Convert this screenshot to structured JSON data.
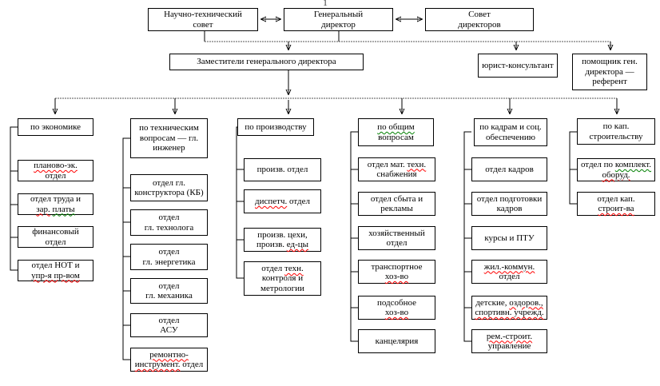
{
  "page_mark": "1",
  "colors": {
    "box_border": "#000000",
    "spell_check": "#ff0000",
    "grammar_check": "#008000",
    "background": "#ffffff"
  },
  "top": {
    "sci_tech_council": {
      "lines": [
        [
          {
            "t": "Научно-технический"
          }
        ],
        [
          {
            "t": "совет"
          }
        ]
      ]
    },
    "general_director": {
      "lines": [
        [
          {
            "t": "Генеральный"
          }
        ],
        [
          {
            "t": "директор"
          }
        ]
      ]
    },
    "board_of_directors": {
      "lines": [
        [
          {
            "t": "Совет"
          }
        ],
        [
          {
            "t": "директоров"
          }
        ]
      ]
    },
    "deputies": {
      "lines": [
        [
          {
            "t": "Заместители генерального директора"
          }
        ]
      ]
    },
    "legal_consultant": {
      "lines": [
        [
          {
            "t": "юрист-консультант"
          }
        ]
      ]
    },
    "assistant_referent": {
      "lines": [
        [
          {
            "t": "помощник ген."
          }
        ],
        [
          {
            "t": "директора —"
          }
        ],
        [
          {
            "t": "референт"
          }
        ]
      ]
    }
  },
  "columns": [
    {
      "header": {
        "lines": [
          [
            {
              "t": "по экономике"
            }
          ]
        ]
      },
      "items": [
        {
          "lines": [
            [
              {
                "t": "планово-эк.",
                "m": "red"
              }
            ],
            [
              {
                "t": "отдел"
              }
            ]
          ]
        },
        {
          "lines": [
            [
              {
                "t": "отдел труда и"
              }
            ],
            [
              {
                "t": "зар.",
                "m": "red"
              },
              {
                "t": " "
              },
              {
                "t": "платы",
                "m": "green"
              }
            ]
          ]
        },
        {
          "lines": [
            [
              {
                "t": "финансовый"
              }
            ],
            [
              {
                "t": "отдел"
              }
            ]
          ]
        },
        {
          "lines": [
            [
              {
                "t": "отдел НОТ и"
              }
            ],
            [
              {
                "t": "упр-я пр-вом",
                "m": "red"
              }
            ]
          ]
        }
      ]
    },
    {
      "header": {
        "lines": [
          [
            {
              "t": "по техническим"
            }
          ],
          [
            {
              "t": "вопросам — гл."
            }
          ],
          [
            {
              "t": "инженер"
            }
          ]
        ]
      },
      "items": [
        {
          "lines": [
            [
              {
                "t": "отдел гл."
              }
            ],
            [
              {
                "t": "конструктора (КБ)"
              }
            ]
          ]
        },
        {
          "lines": [
            [
              {
                "t": "отдел"
              }
            ],
            [
              {
                "t": "гл. технолога"
              }
            ]
          ]
        },
        {
          "lines": [
            [
              {
                "t": "отдел"
              }
            ],
            [
              {
                "t": "гл. энергетика"
              }
            ]
          ]
        },
        {
          "lines": [
            [
              {
                "t": "отдел"
              }
            ],
            [
              {
                "t": "гл. механика"
              }
            ]
          ]
        },
        {
          "lines": [
            [
              {
                "t": "отдел"
              }
            ],
            [
              {
                "t": "АСУ"
              }
            ]
          ]
        },
        {
          "lines": [
            [
              {
                "t": "ремонтно-",
                "m": "red"
              }
            ],
            [
              {
                "t": "инструмент.",
                "m": "red"
              },
              {
                "t": " отдел"
              }
            ]
          ]
        }
      ]
    },
    {
      "header": {
        "lines": [
          [
            {
              "t": "по производству"
            }
          ]
        ]
      },
      "items": [
        {
          "lines": [
            [
              {
                "t": "произв. отдел"
              }
            ]
          ]
        },
        {
          "lines": [
            [
              {
                "t": "диспетч.",
                "m": "red"
              },
              {
                "t": " отдел"
              }
            ]
          ]
        },
        {
          "lines": [
            [
              {
                "t": "произв. цехи,"
              }
            ],
            [
              {
                "t": "произв. "
              },
              {
                "t": "ед-цы",
                "m": "red"
              }
            ]
          ]
        },
        {
          "lines": [
            [
              {
                "t": "отдел "
              },
              {
                "t": "техн.",
                "m": "red"
              }
            ],
            [
              {
                "t": "контроля и"
              }
            ],
            [
              {
                "t": "метрологии"
              }
            ]
          ]
        }
      ]
    },
    {
      "header": {
        "lines": [
          [
            {
              "t": "по общим",
              "m": "green"
            }
          ],
          [
            {
              "t": "вопросам"
            }
          ]
        ]
      },
      "items": [
        {
          "lines": [
            [
              {
                "t": "отдел мат. "
              },
              {
                "t": "техн.",
                "m": "red"
              }
            ],
            [
              {
                "t": "снабжения"
              }
            ]
          ]
        },
        {
          "lines": [
            [
              {
                "t": "отдел сбыта и"
              }
            ],
            [
              {
                "t": "рекламы"
              }
            ]
          ]
        },
        {
          "lines": [
            [
              {
                "t": "хозяйственный"
              }
            ],
            [
              {
                "t": "отдел"
              }
            ]
          ]
        },
        {
          "lines": [
            [
              {
                "t": "транспортное"
              }
            ],
            [
              {
                "t": "хоз-во",
                "m": "red"
              }
            ]
          ]
        },
        {
          "lines": [
            [
              {
                "t": "подсобное"
              }
            ],
            [
              {
                "t": "хоз-во",
                "m": "red"
              }
            ]
          ]
        },
        {
          "lines": [
            [
              {
                "t": "канцелярия"
              }
            ]
          ]
        }
      ]
    },
    {
      "header": {
        "lines": [
          [
            {
              "t": "по кадрам и соц."
            }
          ],
          [
            {
              "t": "обеспечению"
            }
          ]
        ]
      },
      "items": [
        {
          "lines": [
            [
              {
                "t": "отдел кадров"
              }
            ]
          ]
        },
        {
          "lines": [
            [
              {
                "t": "отдел подготовки"
              }
            ],
            [
              {
                "t": "кадров"
              }
            ]
          ]
        },
        {
          "lines": [
            [
              {
                "t": "курсы и ПТУ"
              }
            ]
          ]
        },
        {
          "lines": [
            [
              {
                "t": "жил.-коммун.",
                "m": "red"
              }
            ],
            [
              {
                "t": "отдел"
              }
            ]
          ]
        },
        {
          "lines": [
            [
              {
                "t": "детские, "
              },
              {
                "t": "оздоров.,",
                "m": "red"
              }
            ],
            [
              {
                "t": "спортивн. учрежд.",
                "m": "red"
              }
            ]
          ]
        },
        {
          "lines": [
            [
              {
                "t": "рем.-строит.",
                "m": "red"
              }
            ],
            [
              {
                "t": "управление"
              }
            ]
          ]
        }
      ]
    },
    {
      "header": {
        "lines": [
          [
            {
              "t": "по кап."
            }
          ],
          [
            {
              "t": "строительству"
            }
          ]
        ]
      },
      "items": [
        {
          "lines": [
            [
              {
                "t": "отдел по "
              },
              {
                "t": "комплект.",
                "m": "green"
              }
            ],
            [
              {
                "t": "оборуд.",
                "m": "red"
              }
            ]
          ]
        },
        {
          "lines": [
            [
              {
                "t": "отдел кап."
              }
            ],
            [
              {
                "t": "строит-ва",
                "m": "red"
              }
            ]
          ]
        }
      ]
    }
  ]
}
